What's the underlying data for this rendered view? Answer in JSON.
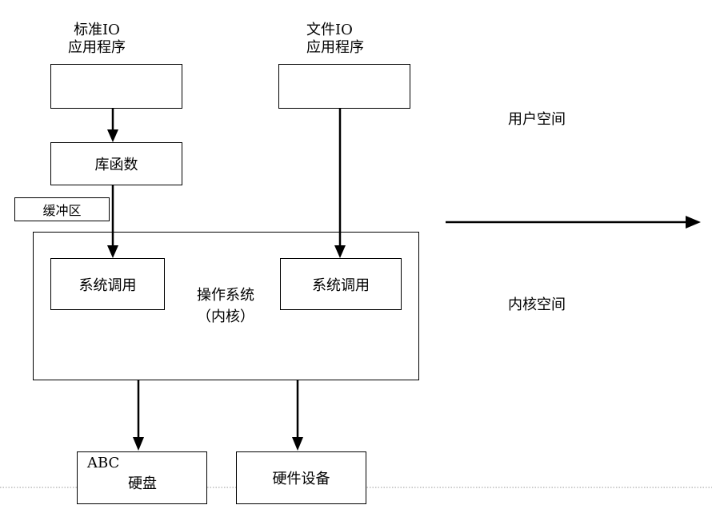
{
  "labels": {
    "std_io_line1": "标准IO",
    "std_io_line2": "应用程序",
    "file_io_line1": "文件IO",
    "file_io_line2": "应用程序",
    "user_space": "用户空间",
    "kernel_space": "内核空间"
  },
  "nodes": {
    "library_functions": "库函数",
    "buffer": "缓冲区",
    "syscall_left": "系统调用",
    "syscall_right": "系统调用",
    "os_line1": "操作系统",
    "os_line2": "（内核）",
    "disk_prefix": "ABC",
    "disk_label": "硬盘",
    "hardware_device": "硬件设备"
  }
}
